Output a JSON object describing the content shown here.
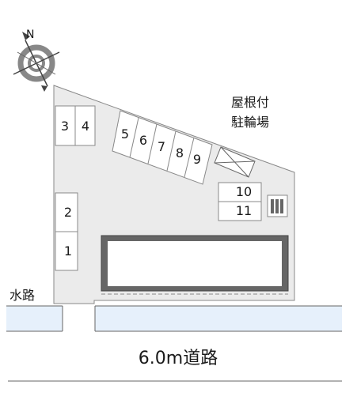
{
  "compass": {
    "north_label": "N",
    "icon": "compass-rose-icon"
  },
  "parking": {
    "spaces": [
      "1",
      "2",
      "3",
      "4",
      "5",
      "6",
      "7",
      "8",
      "9",
      "10",
      "11"
    ]
  },
  "bicycle_parking": {
    "label_line1": "屋根付",
    "label_line2": "駐輪場"
  },
  "waterway": {
    "label": "水路"
  },
  "road": {
    "label": "6.0m道路"
  },
  "colors": {
    "site_fill": "#ebebeb",
    "outline": "#888888",
    "building_fill": "#666666",
    "water_fill": "#e6f0fb"
  }
}
